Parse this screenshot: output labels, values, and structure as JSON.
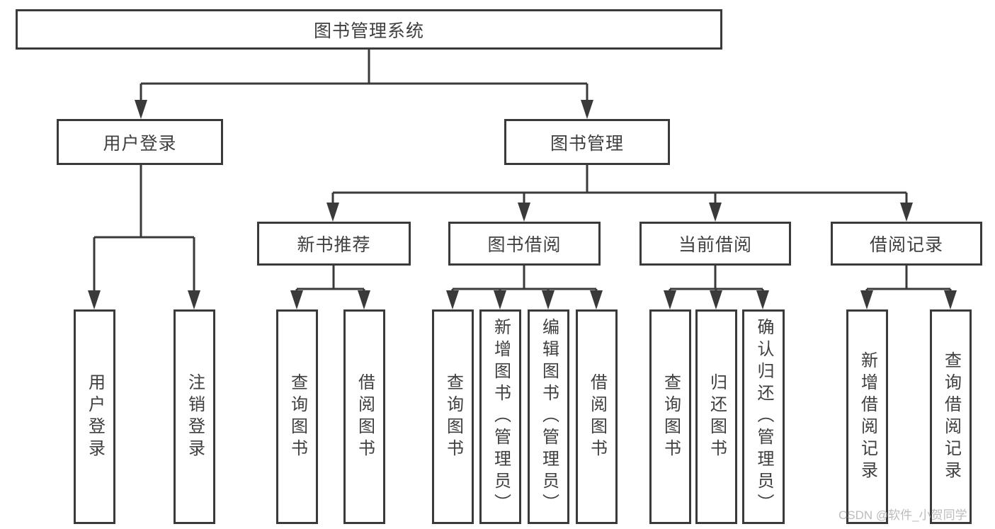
{
  "diagram_type": "hierarchy-chart",
  "colors": {
    "line": "#3a3a3a",
    "box_border": "#3a3a3a",
    "box_fill": "#ffffff",
    "text": "#3f3f3f",
    "watermark": "#b5b5b5"
  },
  "tree": {
    "label": "图书管理系统",
    "children": [
      {
        "label": "用户登录",
        "children": [
          {
            "label": "用户登录"
          },
          {
            "label": "注销登录"
          }
        ]
      },
      {
        "label": "图书管理",
        "children": [
          {
            "label": "新书推荐",
            "children": [
              {
                "label": "查询图书"
              },
              {
                "label": "借阅图书"
              }
            ]
          },
          {
            "label": "图书借阅",
            "children": [
              {
                "label": "查询图书"
              },
              {
                "label": "新增图书（管理员）"
              },
              {
                "label": "编辑图书（管理员）"
              },
              {
                "label": "借阅图书"
              }
            ]
          },
          {
            "label": "当前借阅",
            "children": [
              {
                "label": "查询图书"
              },
              {
                "label": "归还图书"
              },
              {
                "label": "确认归还（管理员）"
              }
            ]
          },
          {
            "label": "借阅记录",
            "children": [
              {
                "label": "新增借阅记录"
              },
              {
                "label": "查询借阅记录"
              }
            ]
          }
        ]
      }
    ]
  },
  "watermark": {
    "text": "CSDN @软件_小贺同学"
  }
}
